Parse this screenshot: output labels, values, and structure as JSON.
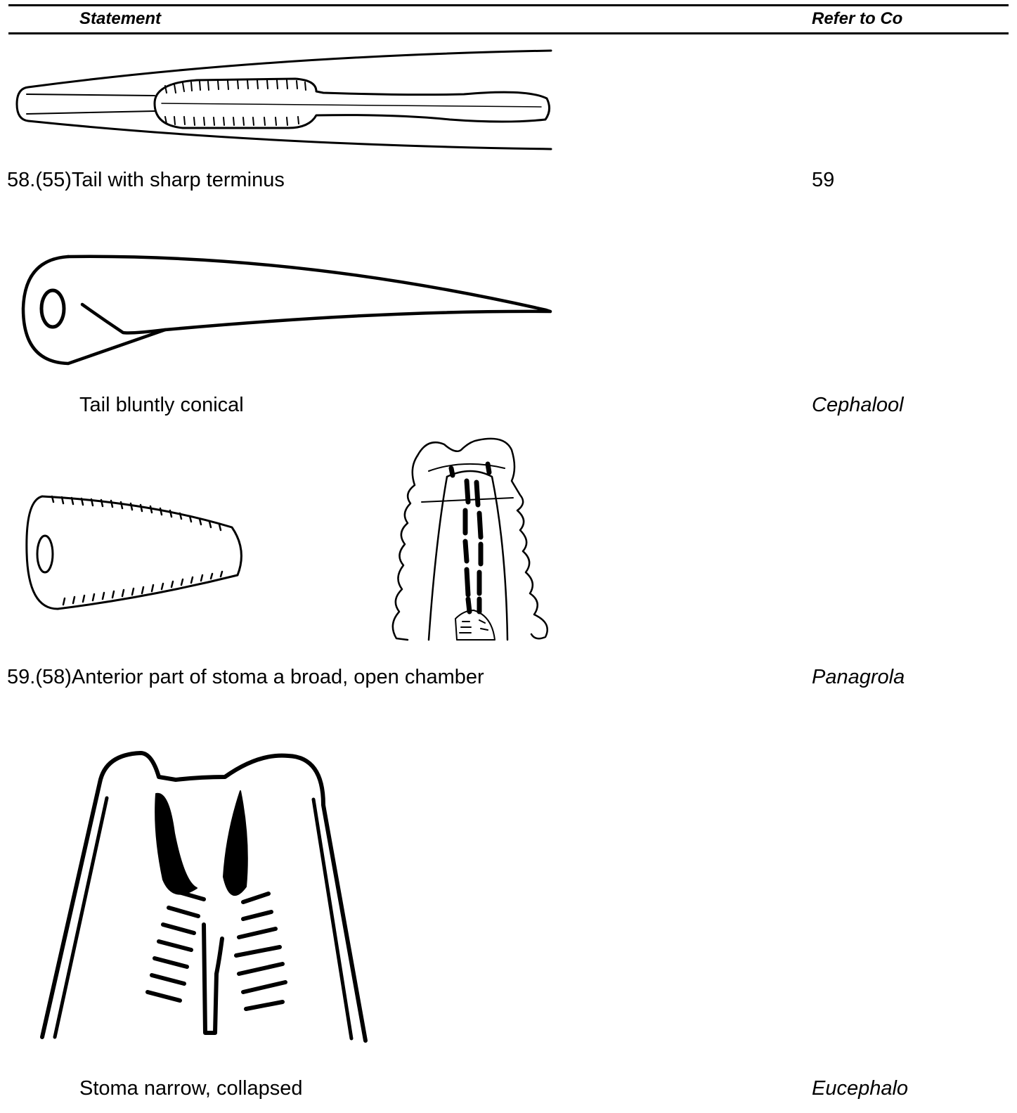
{
  "header": {
    "statement_label": "Statement",
    "refer_label": "Refer to Co"
  },
  "rows": [
    {
      "statement": "58.(55)Tail with sharp terminus",
      "refer": "59"
    },
    {
      "statement": "Tail bluntly conical",
      "refer": "Cephalool"
    },
    {
      "statement": "59.(58)Anterior part of stoma a broad, open chamber",
      "refer": "Panagrola"
    },
    {
      "statement": "Stoma narrow, collapsed",
      "refer": "Eucephalo"
    }
  ],
  "figures": [
    {
      "icon": "esophagus-drawing-icon"
    },
    {
      "icon": "sharp-tail-drawing-icon"
    },
    {
      "icon": "blunt-tail-drawing-icon"
    },
    {
      "icon": "open-stoma-drawing-icon"
    },
    {
      "icon": "collapsed-stoma-drawing-icon"
    }
  ]
}
